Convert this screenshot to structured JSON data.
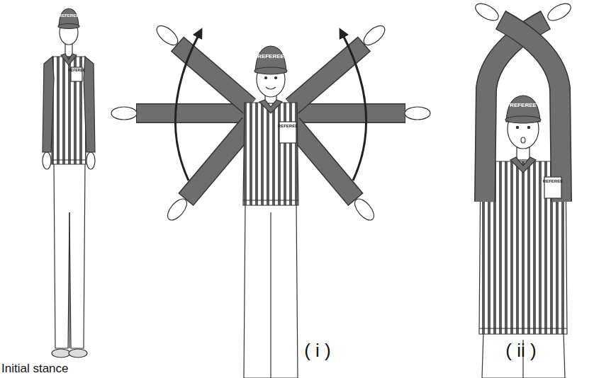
{
  "diagram": {
    "labels": [
      "Initial stance",
      "( i )",
      "( ii )",
      "REFEREE",
      "REFEREE",
      "REFEREE",
      "REFEREE",
      "REFEREE",
      "REFEREE"
    ]
  }
}
